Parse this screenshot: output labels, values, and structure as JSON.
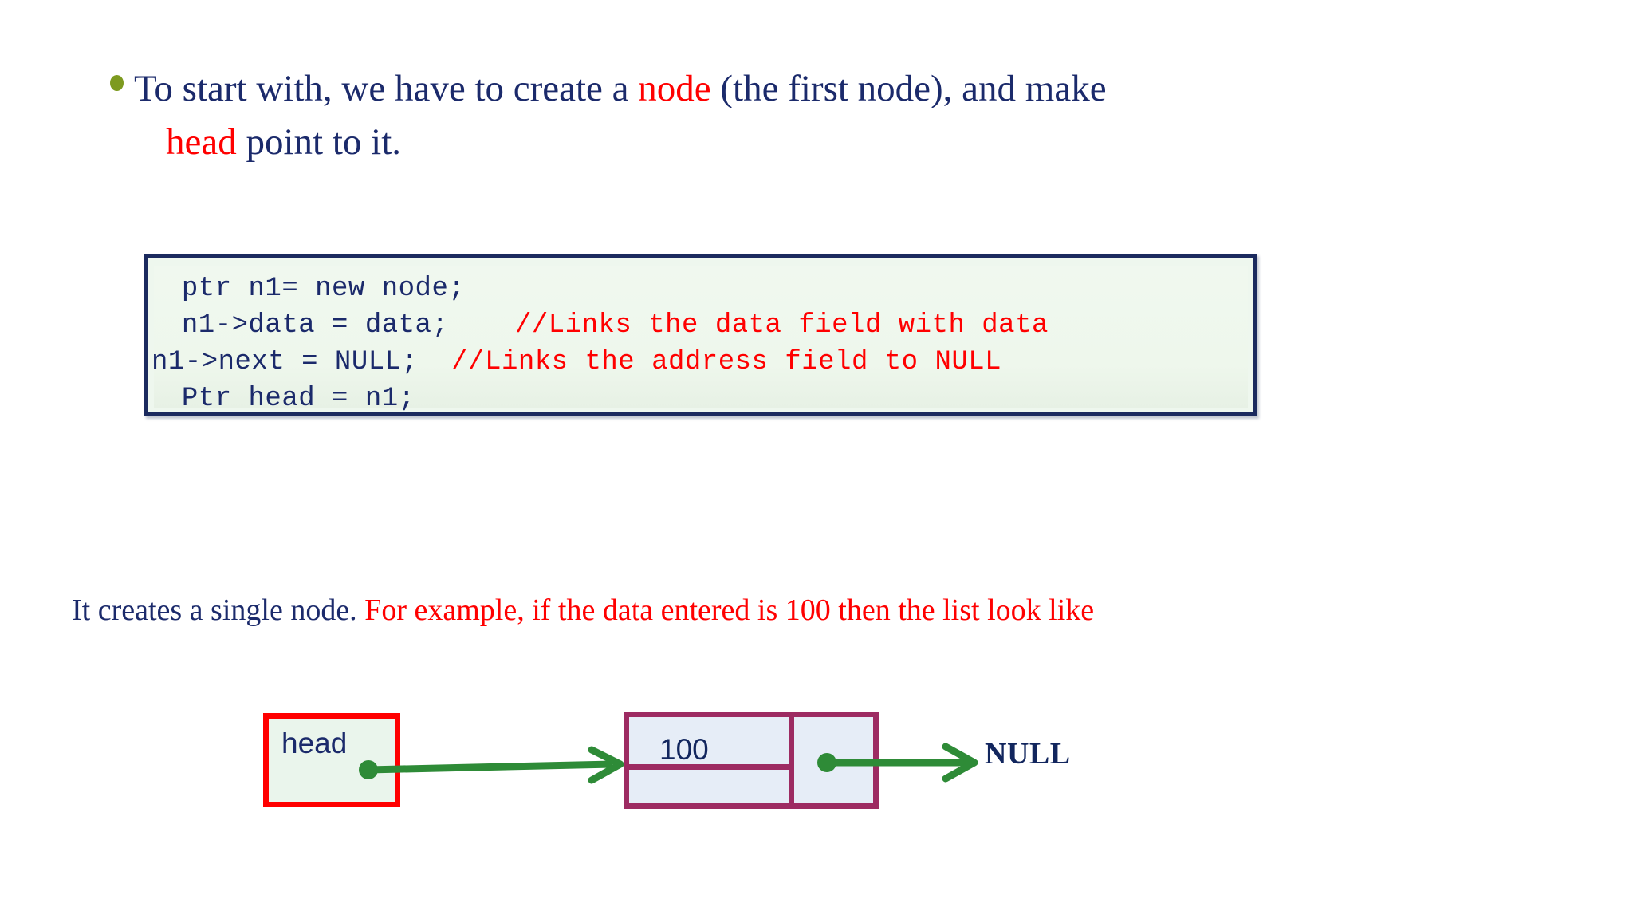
{
  "slide": {
    "bullet": {
      "icon": "bullet-dot",
      "line1_part1": "To start with, we have to create a ",
      "line1_highlight": "node",
      "line1_part2": " (the first node), and make",
      "line2_highlight": "head",
      "line2_part2": " point to it."
    },
    "code_block": {
      "lines": [
        {
          "code": " ptr n1= new node;",
          "comment": ""
        },
        {
          "code": " n1->data = data;",
          "comment": "    //Links the data field with data"
        },
        {
          "code": "n1->next = NULL;",
          "comment": "  //Links the address field to NULL"
        },
        {
          "code": " Ptr head = n1;",
          "comment": ""
        }
      ]
    },
    "explanation": {
      "navy_part": "It creates a single node. ",
      "red_part": "For example, if the data entered is 100 then the list look like"
    },
    "diagram": {
      "head_box_label": "head",
      "node_data_value": "100",
      "null_label": "NULL",
      "head_pointer_icon": "pointer-dot-icon",
      "node_pointer_icon": "pointer-dot-icon",
      "arrow_head_to_node": "arrow-icon",
      "arrow_node_to_null": "arrow-icon"
    },
    "colors": {
      "navy_text": "#1b2a6b",
      "red_text": "#ff0000",
      "bullet_olive": "#7d9a1f",
      "code_border": "#1b2a5e",
      "code_fill": "#eef7ee",
      "head_border": "#ff0000",
      "head_fill": "#eaf5ec",
      "node_border": "#9d2b62",
      "node_fill": "#e6edf7",
      "arrow_green": "#2e8b37"
    }
  }
}
